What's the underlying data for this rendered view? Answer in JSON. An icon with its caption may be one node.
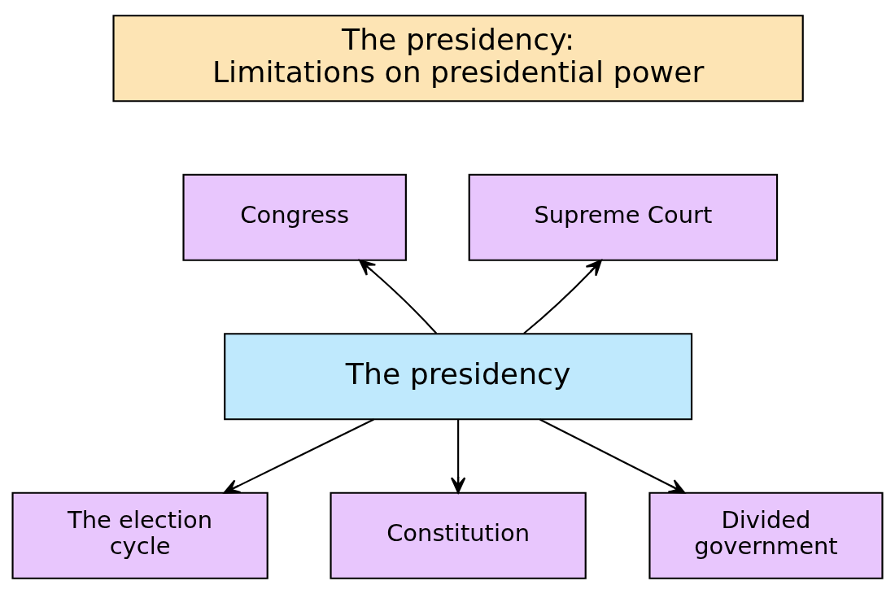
{
  "diagram": {
    "nodes": [
      {
        "text": [
          "The presidency: Limitations on presidential power"
        ]
      },
      {
        "text": [
          "Congress"
        ]
      },
      {
        "text": [
          "Supreme Court"
        ]
      },
      {
        "text": [
          "The presidency"
        ]
      },
      {
        "text": [
          "The election cycle"
        ]
      },
      {
        "text": [
          "Constitution"
        ]
      },
      {
        "text": [
          "Divided government"
        ]
      }
    ],
    "edges": [
      {
        "from": 3,
        "to": 1,
        "arrow": "to"
      },
      {
        "from": 3,
        "to": 2,
        "arrow": "to"
      },
      {
        "from": 3,
        "to": 4,
        "arrow": "to"
      },
      {
        "from": 3,
        "to": 5,
        "arrow": "to"
      },
      {
        "from": 3,
        "to": 6,
        "arrow": "to"
      }
    ]
  }
}
